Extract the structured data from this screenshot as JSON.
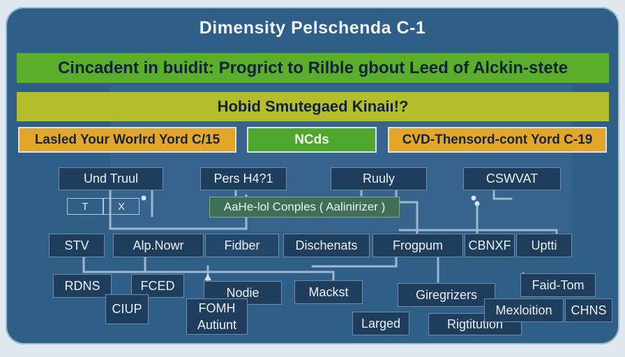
{
  "title": "Dimensity Pelschenda C-1",
  "bands": {
    "top": "Cincadent in buidit: Progrict to Rilble gbout Leed of Alckin-stete",
    "second": "Hobid Smutegaed Kinaiı!?"
  },
  "pills": {
    "left": "Lasled Your Worlrd Yord C/15",
    "middle": "NCds",
    "right": "CVD-Thensord-cont Yord C-19"
  },
  "row1": [
    "Und Truul",
    "Pers H4?1",
    "Ruuly",
    "CSWVAT"
  ],
  "mini": {
    "t": "T",
    "x": "X"
  },
  "note": "AaHe-lol Conples ( Aalinirizer )",
  "row2": [
    "STV",
    "Alp.Nowr",
    "Fidber",
    "Dischenats",
    "Frogpum",
    "CBNXF",
    "Uptti"
  ],
  "lower": {
    "rdns": "RDNS",
    "fced": "FCED",
    "ciup": "CIUP",
    "nodie": "Nodie",
    "fomh": "FOMH",
    "autiunt": "Autiunt",
    "mackst": "Mackst",
    "larged": "Larged",
    "giregrizers": "Giregrizers",
    "rigtitution": "Rigtitution",
    "faidtom": "Faid-Tom",
    "mexloition": "Mexloition",
    "chns": "CHNS"
  },
  "colors": {
    "frame": "#2f5e86",
    "green": "#5aae2a",
    "olive": "#b4be2a",
    "amber": "#e2a72a",
    "node": "#1f3d5c"
  }
}
